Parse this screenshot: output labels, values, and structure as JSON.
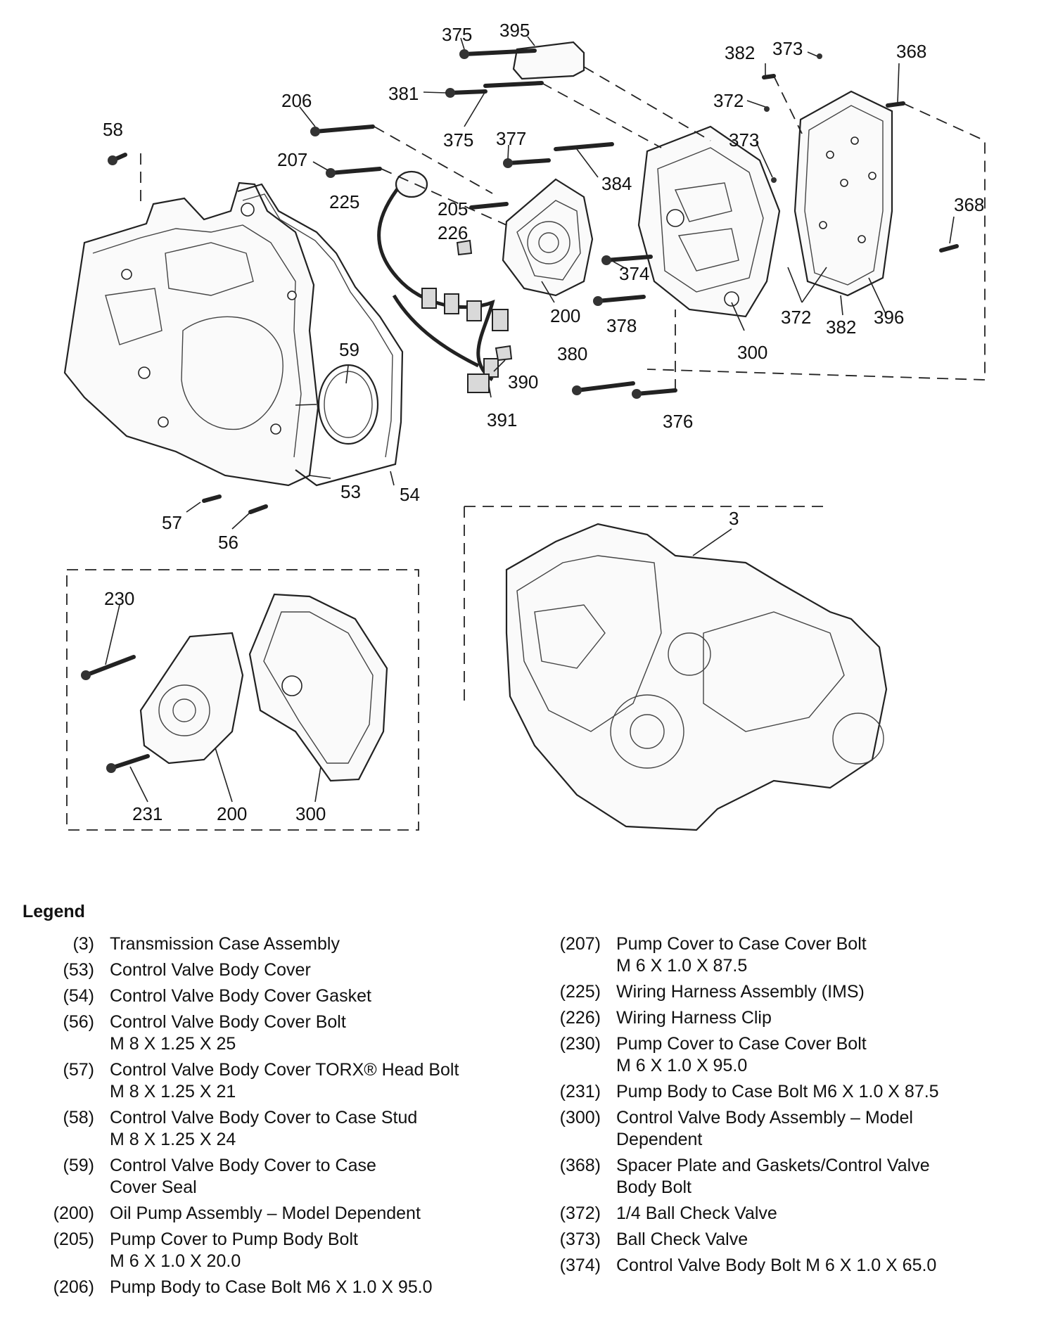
{
  "diagram": {
    "callouts": {
      "c375a": "375",
      "c395": "395",
      "c381": "381",
      "c375b": "375",
      "c206": "206",
      "c207": "207",
      "c225": "225",
      "c205": "205",
      "c226": "226",
      "c377": "377",
      "c384": "384",
      "c374": "374",
      "c200": "200",
      "c378": "378",
      "c380": "380",
      "c390": "390",
      "c391": "391",
      "c376": "376",
      "c300": "300",
      "c382a": "382",
      "c373a": "373",
      "c368a": "368",
      "c372a": "372",
      "c373b": "373",
      "c368b": "368",
      "c372b": "372",
      "c382b": "382",
      "c396": "396",
      "c58": "58",
      "c59": "59",
      "c53": "53",
      "c54": "54",
      "c57": "57",
      "c56": "56",
      "c3": "3",
      "c230": "230",
      "c231": "231",
      "c200b": "200",
      "c300b": "300"
    }
  },
  "legend": {
    "title": "Legend",
    "left": [
      {
        "num": "(3)",
        "desc": "Transmission Case Assembly",
        "spec": ""
      },
      {
        "num": "(53)",
        "desc": "Control Valve Body Cover",
        "spec": ""
      },
      {
        "num": "(54)",
        "desc": "Control Valve Body Cover Gasket",
        "spec": ""
      },
      {
        "num": "(56)",
        "desc": "Control Valve Body Cover Bolt",
        "spec": "M 8 X 1.25 X 25"
      },
      {
        "num": "(57)",
        "desc": "Control Valve Body Cover TORX® Head Bolt",
        "spec": "M 8 X 1.25 X 21"
      },
      {
        "num": "(58)",
        "desc": "Control Valve Body Cover to Case Stud",
        "spec": "M 8 X 1.25 X 24"
      },
      {
        "num": "(59)",
        "desc": "Control Valve Body Cover to Case",
        "spec": "Cover Seal"
      },
      {
        "num": "(200)",
        "desc": "Oil Pump Assembly – Model Dependent",
        "spec": ""
      },
      {
        "num": "(205)",
        "desc": "Pump Cover to Pump Body Bolt",
        "spec": "M 6 X 1.0 X 20.0"
      },
      {
        "num": "(206)",
        "desc": "Pump Body to Case Bolt M6 X 1.0 X 95.0",
        "spec": ""
      }
    ],
    "right": [
      {
        "num": "(207)",
        "desc": "Pump Cover to Case Cover Bolt",
        "spec": "M 6 X 1.0 X 87.5"
      },
      {
        "num": "(225)",
        "desc": "Wiring Harness Assembly (IMS)",
        "spec": ""
      },
      {
        "num": "(226)",
        "desc": "Wiring Harness Clip",
        "spec": ""
      },
      {
        "num": "(230)",
        "desc": "Pump Cover to Case Cover Bolt",
        "spec": "M 6 X 1.0 X 95.0"
      },
      {
        "num": "(231)",
        "desc": "Pump Body to Case Bolt M6 X 1.0 X 87.5",
        "spec": ""
      },
      {
        "num": "(300)",
        "desc": "Control Valve Body Assembly – Model",
        "spec": "Dependent"
      },
      {
        "num": "(368)",
        "desc": "Spacer Plate and Gaskets/Control Valve",
        "spec": "Body Bolt"
      },
      {
        "num": "(372)",
        "desc": "1/4 Ball Check Valve",
        "spec": ""
      },
      {
        "num": "(373)",
        "desc": "Ball Check Valve",
        "spec": ""
      },
      {
        "num": "(374)",
        "desc": "Control Valve Body Bolt M 6 X 1.0 X 65.0",
        "spec": ""
      }
    ]
  }
}
